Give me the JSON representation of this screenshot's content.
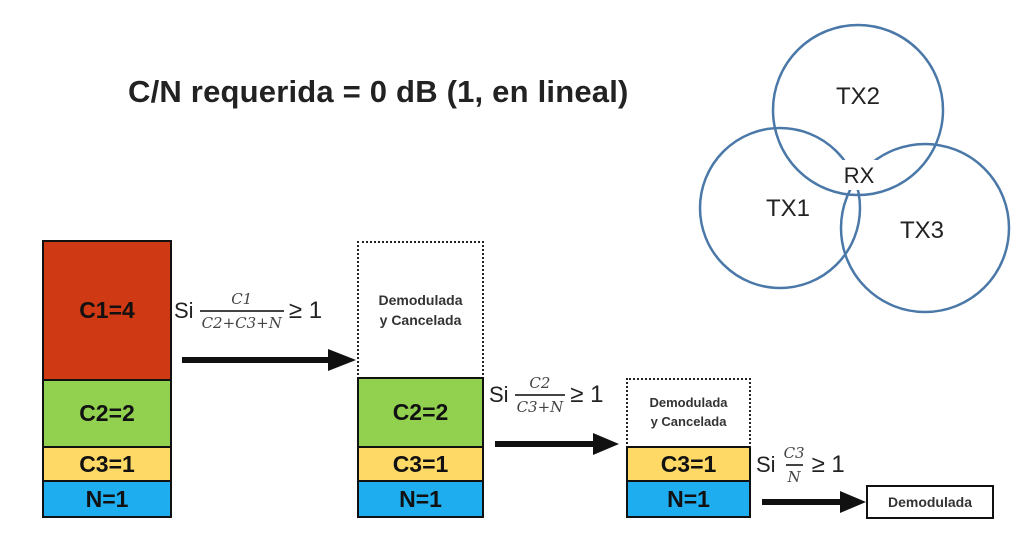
{
  "title": "C/N requerida = 0 dB (1, en lineal)",
  "colors": {
    "C1": "#cf3a14",
    "C2": "#92d050",
    "C3": "#ffd966",
    "N": "#1eaef0",
    "circle_stroke": "#4a78a8"
  },
  "venn": {
    "transmitters": [
      "TX1",
      "TX2",
      "TX3"
    ],
    "receiver": "RX"
  },
  "stages": [
    {
      "segments": [
        {
          "key": "C1",
          "label": "C1=4",
          "value": 4
        },
        {
          "key": "C2",
          "label": "C2=2",
          "value": 2
        },
        {
          "key": "C3",
          "label": "C3=1",
          "value": 1
        },
        {
          "key": "N",
          "label": "N=1",
          "value": 1
        }
      ],
      "removed_label_line1": "",
      "removed_label_line2": ""
    },
    {
      "segments": [
        {
          "key": "C2",
          "label": "C2=2",
          "value": 2
        },
        {
          "key": "C3",
          "label": "C3=1",
          "value": 1
        },
        {
          "key": "N",
          "label": "N=1",
          "value": 1
        }
      ],
      "removed_label_line1": "Demodulada",
      "removed_label_line2": "y Cancelada"
    },
    {
      "segments": [
        {
          "key": "C3",
          "label": "C3=1",
          "value": 1
        },
        {
          "key": "N",
          "label": "N=1",
          "value": 1
        }
      ],
      "removed_label_line1": "Demodulada",
      "removed_label_line2": "y Cancelada"
    }
  ],
  "conditions": [
    {
      "si": "Si",
      "numerator": "C1",
      "denominator": "C2+C3+N",
      "relation": "≥ 1"
    },
    {
      "si": "Si",
      "numerator": "C2",
      "denominator": "C3+N",
      "relation": "≥ 1"
    },
    {
      "si": "Si",
      "numerator": "C3",
      "denominator": "N",
      "relation": "≥ 1"
    }
  ],
  "final_label": "Demodulada"
}
